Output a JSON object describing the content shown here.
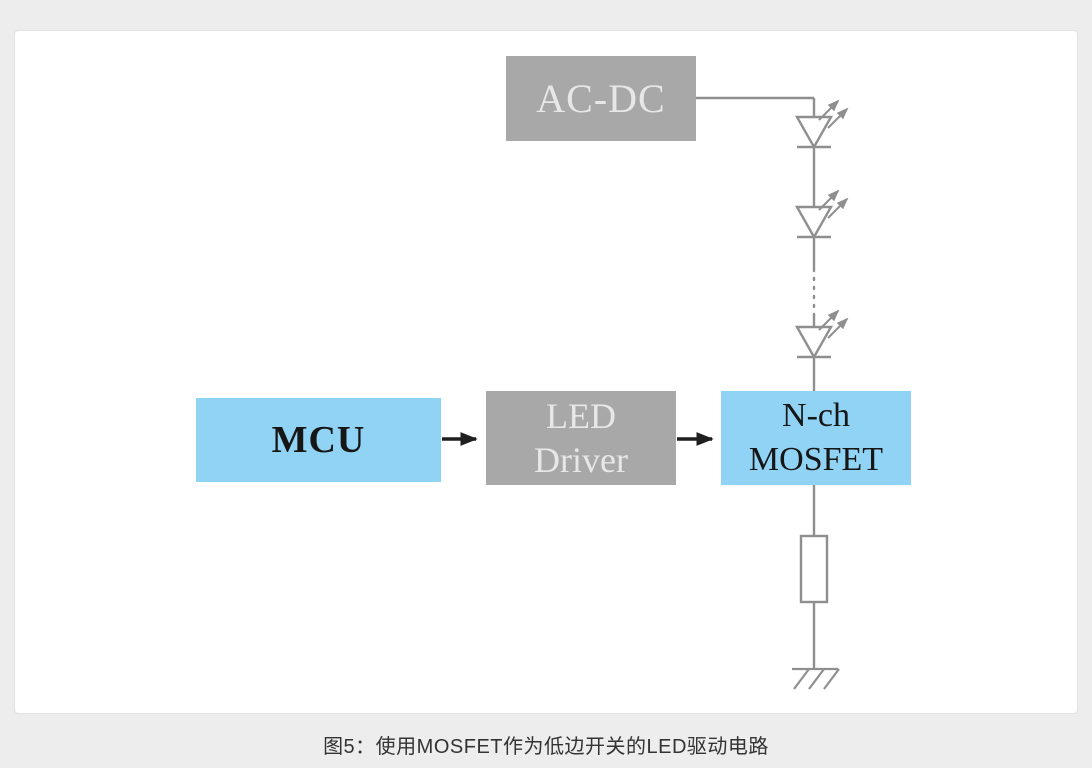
{
  "caption": "图5：使用MOSFET作为低边开关的LED驱动电路",
  "blocks": {
    "acdc": {
      "label": "AC-DC",
      "fill": "#a8a8a8",
      "text_color": "#e7e7e7"
    },
    "mcu": {
      "label": "MCU",
      "fill": "#90d3f4",
      "text_color": "#161616"
    },
    "led_driver": {
      "line1": "LED",
      "line2": "Driver",
      "fill": "#a8a8a8",
      "text_color": "#e7e7e7"
    },
    "mosfet": {
      "line1": "N-ch",
      "line2": "MOSFET",
      "fill": "#90d3f4",
      "text_color": "#161616"
    }
  },
  "led_string": {
    "visible_leds": 3,
    "continuation": "dotted wire segment indicating more LEDs in series"
  },
  "passives": {
    "resistor": "unlabeled series resistor between MOSFET and ground",
    "ground": "ground symbol"
  },
  "connections": [
    {
      "from": "MCU",
      "to": "LED Driver",
      "style": "black arrow"
    },
    {
      "from": "LED Driver",
      "to": "N-ch MOSFET",
      "style": "black arrow"
    },
    {
      "from": "AC-DC",
      "to": "LED string",
      "style": "gray wire"
    },
    {
      "from": "LED string",
      "to": "N-ch MOSFET",
      "style": "gray wire"
    },
    {
      "from": "N-ch MOSFET",
      "to": "resistor",
      "style": "gray wire"
    },
    {
      "from": "resistor",
      "to": "ground",
      "style": "gray wire"
    }
  ],
  "colors": {
    "wire": "#8f8f8f",
    "arrow": "#1f1f1f",
    "panel_background": "#ffffff",
    "page_background": "#ededed",
    "caption_text": "#333333"
  }
}
